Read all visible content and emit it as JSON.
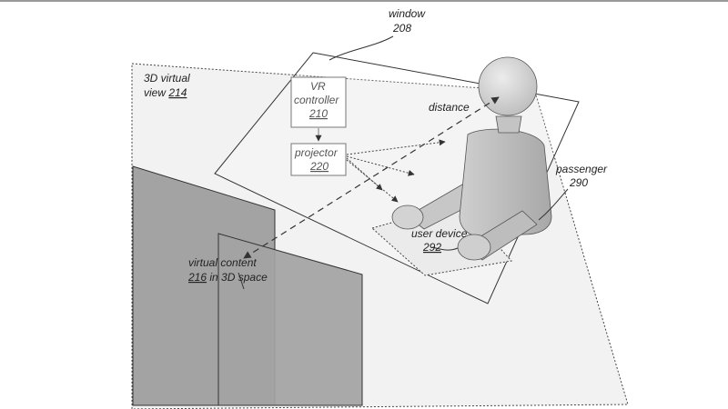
{
  "labels": {
    "window_name": "window",
    "window_num": "208",
    "view_line1": "3D virtual",
    "view_line2": "view",
    "view_num": "214",
    "vr_line1": "VR",
    "vr_line2": "controller",
    "vr_num": "210",
    "projector_name": "projector",
    "projector_num": "220",
    "distance": "distance",
    "passenger_name": "passenger",
    "passenger_num": "290",
    "device_name": "user device",
    "device_num": "292",
    "content_line1": "virtual content",
    "content_num": "216",
    "content_suffix": "in 3D space"
  },
  "colors": {
    "line": "#333333",
    "view_fill": "#f2f2f2",
    "panel_fill": "#a3a3a3",
    "figure_light": "#d6d6d6",
    "figure_mid": "#c2c2c2",
    "figure_dark": "#9e9e9e",
    "box_stroke": "#777777"
  }
}
